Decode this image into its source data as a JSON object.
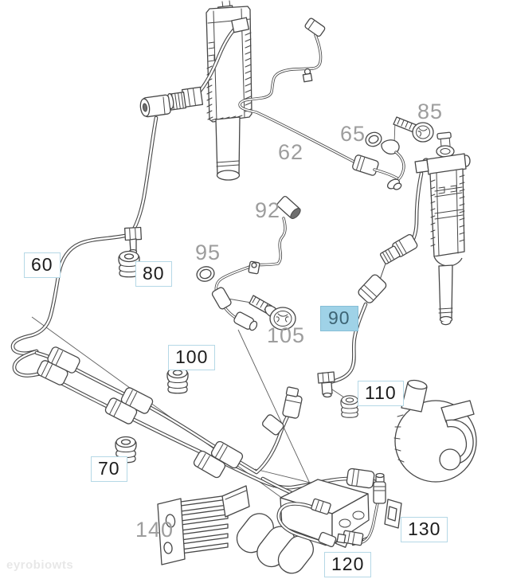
{
  "figure": {
    "type": "parts-diagram",
    "subject": "Hydraulic suspension strut lines exploded-parts diagram",
    "background": "#ffffff",
    "line_color": "#474747"
  },
  "callouts": {
    "plain_color": "#9d9d9d",
    "boxed_border": "#b5d8e6",
    "boxed_text": "#1c1c1c",
    "highlight_bg": "#9fd2e7",
    "highlight_text": "#3d6474",
    "items": [
      {
        "id": "60",
        "text": "60",
        "style": "boxed"
      },
      {
        "id": "62",
        "text": "62",
        "style": "plain"
      },
      {
        "id": "65",
        "text": "65",
        "style": "plain"
      },
      {
        "id": "70",
        "text": "70",
        "style": "boxed"
      },
      {
        "id": "80",
        "text": "80",
        "style": "boxed"
      },
      {
        "id": "85",
        "text": "85",
        "style": "plain"
      },
      {
        "id": "90",
        "text": "90",
        "style": "highlight"
      },
      {
        "id": "92",
        "text": "92",
        "style": "plain"
      },
      {
        "id": "95",
        "text": "95",
        "style": "plain"
      },
      {
        "id": "100",
        "text": "100",
        "style": "boxed"
      },
      {
        "id": "105",
        "text": "105",
        "style": "plain"
      },
      {
        "id": "110",
        "text": "110",
        "style": "boxed"
      },
      {
        "id": "120",
        "text": "120",
        "style": "boxed"
      },
      {
        "id": "130",
        "text": "130",
        "style": "boxed"
      },
      {
        "id": "140",
        "text": "140",
        "style": "plain"
      }
    ]
  },
  "watermark": {
    "text": "eyrobiowts"
  }
}
